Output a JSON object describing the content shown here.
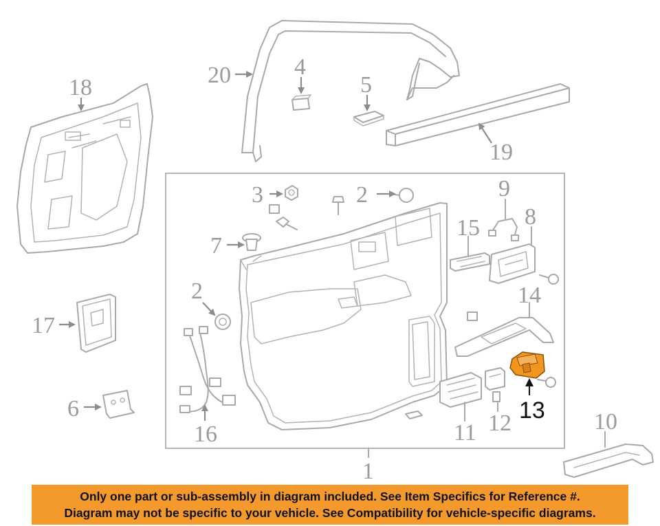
{
  "callouts": {
    "c1": "1",
    "c2a": "2",
    "c2b": "2",
    "c3": "3",
    "c4": "4",
    "c5": "5",
    "c6": "6",
    "c7": "7",
    "c8": "8",
    "c9": "9",
    "c10": "10",
    "c11": "11",
    "c12": "12",
    "c13": "13",
    "c14": "14",
    "c15": "15",
    "c16": "16",
    "c17": "17",
    "c18": "18",
    "c19": "19",
    "c20": "20"
  },
  "highlight": {
    "callout": "13",
    "color": "#f0961f"
  },
  "banner": {
    "line1": "Only one part or sub-assembly in diagram included. See Item Specifics for Reference #.",
    "line2": "Diagram may not be specific to your vehicle. See Compatibility for vehicle-specific diagrams.",
    "background": "#f49a2c"
  }
}
